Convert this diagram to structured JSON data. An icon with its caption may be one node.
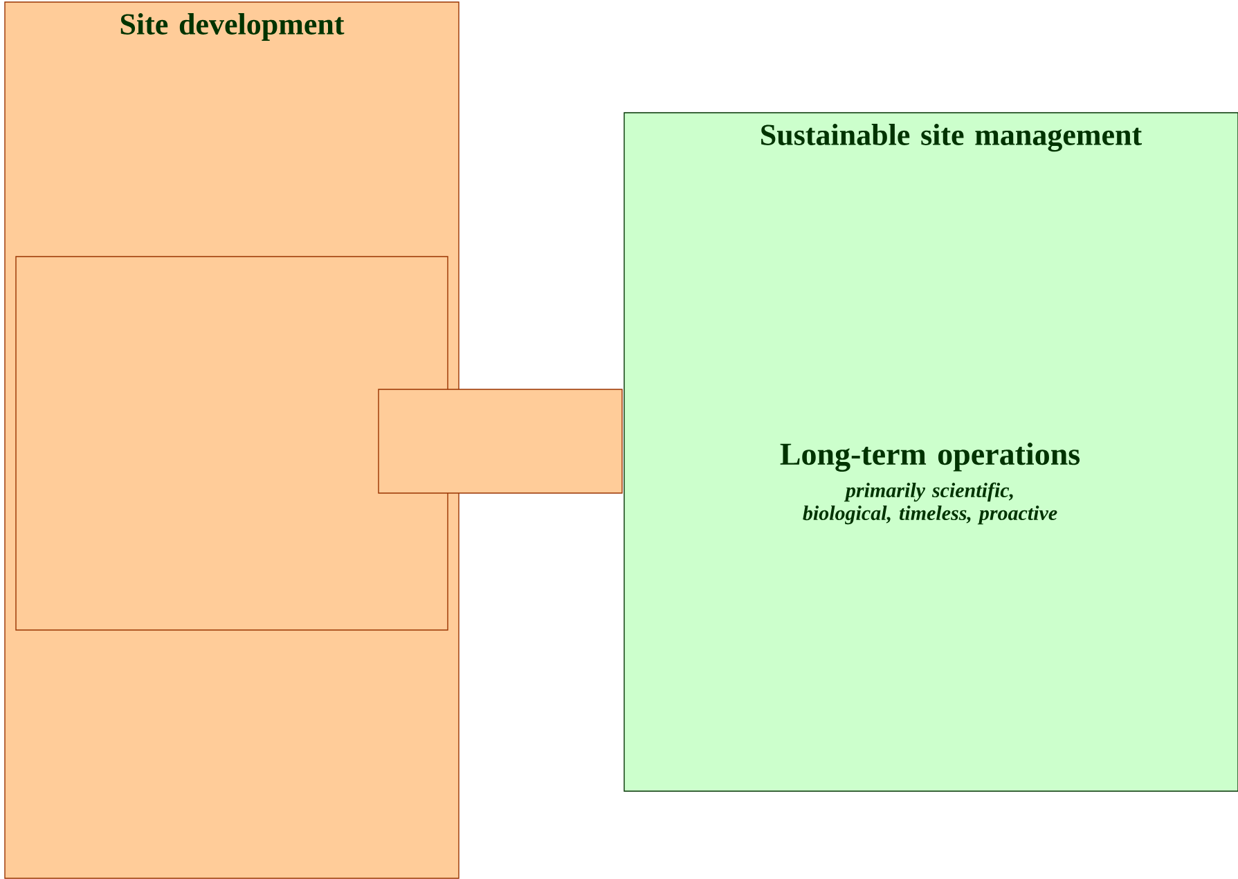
{
  "diagram": {
    "nodes": [
      {
        "text": [
          "Site development"
        ]
      },
      {
        "text": [],
        "shape": "box",
        "in": 0
      },
      {
        "text": [],
        "shape": "box"
      },
      {
        "text": [
          "Sustainable site management",
          "Long-term operations",
          "*primarily scientific, biological, timeless, proactive*"
        ]
      }
    ]
  }
}
